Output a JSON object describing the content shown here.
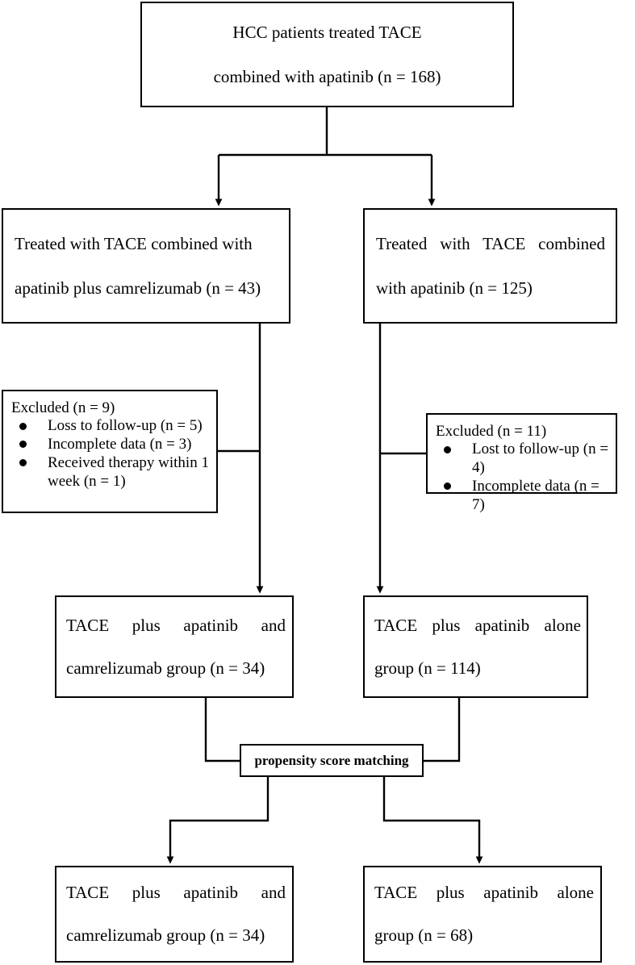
{
  "figure": {
    "type": "flowchart",
    "title": "Patient selection flow diagram",
    "stroke_color": "#000000",
    "background_color": "#ffffff"
  },
  "nodes": {
    "source": {
      "line1": "HCC patients treated TACE",
      "line2": "combined with apatinib (n = 168)"
    },
    "arm_combo": {
      "line1": "Treated with TACE combined with",
      "line2": "apatinib plus camrelizumab (n = 43)"
    },
    "arm_mono": {
      "line1": "Treated with TACE combined",
      "line2": "with apatinib (n = 125)"
    },
    "excluded_left": {
      "heading": "Excluded (n = 9)",
      "items": [
        "Loss to follow-up (n = 5)",
        "Incomplete data (n = 3)",
        "Received therapy within 1 week (n = 1)"
      ]
    },
    "excluded_right": {
      "heading": "Excluded (n = 11)",
      "items": [
        "Lost to follow-up (n = 4)",
        "Incomplete data (n = 7)"
      ]
    },
    "group_combo": {
      "line1": "TACE plus apatinib and",
      "line2": "camrelizumab group (n = 34)"
    },
    "group_mono": {
      "line1": "TACE plus apatinib alone",
      "line2": "group (n = 114)"
    },
    "psm": {
      "label": "propensity score matching"
    },
    "final_combo": {
      "line1": "TACE plus apatinib and",
      "line2": "camrelizumab group (n = 34)"
    },
    "final_mono": {
      "line1": "TACE plus apatinib alone",
      "line2": "group (n = 68)"
    }
  }
}
